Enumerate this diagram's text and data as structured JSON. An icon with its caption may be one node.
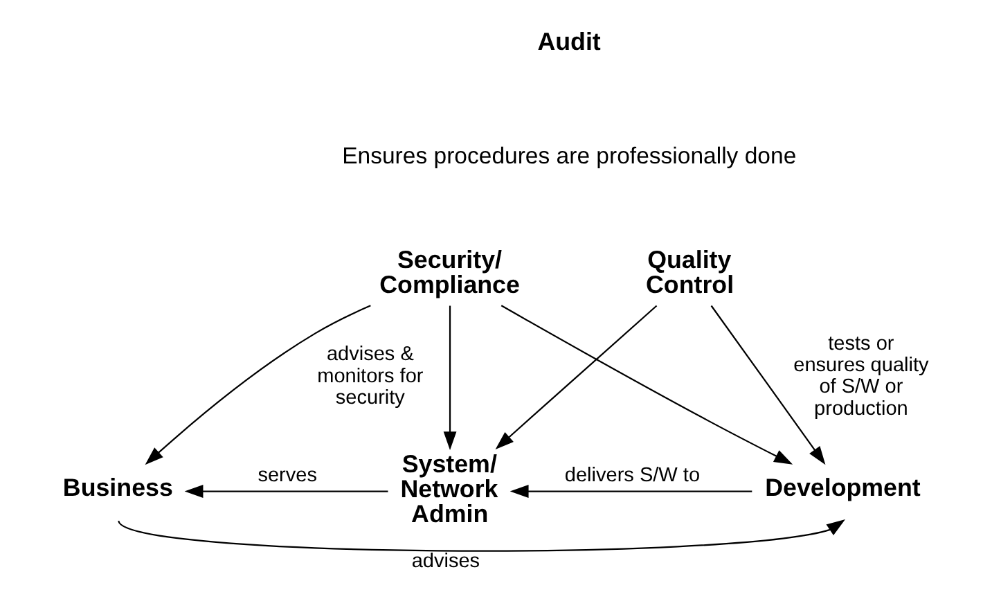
{
  "diagram": {
    "nodes": [
      {
        "text": [
          "Audit"
        ]
      },
      {
        "text": [
          "Security/ Compliance"
        ]
      },
      {
        "text": [
          "Quality Control"
        ]
      },
      {
        "text": [
          "Business"
        ]
      },
      {
        "text": [
          "System/ Network Admin"
        ]
      },
      {
        "text": [
          "Development"
        ]
      }
    ],
    "edges": [
      {
        "from": 1,
        "to": 3,
        "arrow": "to",
        "label": "advises & monitors for security"
      },
      {
        "from": 1,
        "to": 4,
        "arrow": "to"
      },
      {
        "from": 1,
        "to": 5,
        "arrow": "to"
      },
      {
        "from": 2,
        "to": 4,
        "arrow": "to"
      },
      {
        "from": 2,
        "to": 5,
        "arrow": "to",
        "label": "tests or ensures quality of S/W or production"
      },
      {
        "from": 4,
        "to": 3,
        "arrow": "to",
        "label": "serves"
      },
      {
        "from": 5,
        "to": 4,
        "arrow": "to",
        "label": "delivers S/W to"
      },
      {
        "from": 3,
        "to": 5,
        "arrow": "to",
        "label": "advises"
      }
    ],
    "labels": [
      "Ensures procedures are professionally done"
    ]
  }
}
